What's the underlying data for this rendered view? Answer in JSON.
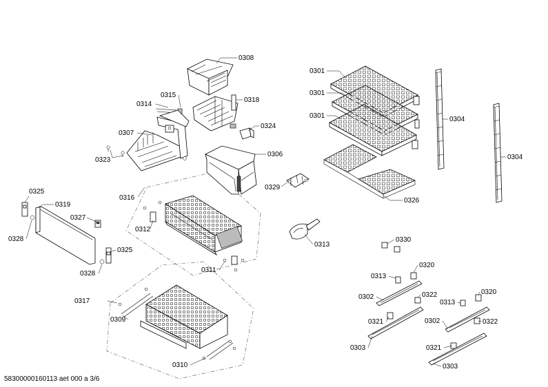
{
  "labels": {
    "l0308": "0308",
    "l0315": "0315",
    "l0314": "0314",
    "l0318": "0318",
    "l0307": "0307",
    "l0324": "0324",
    "l0323": "0323",
    "l0306": "0306",
    "l0316": "0316",
    "l0329": "0329",
    "l0301a": "0301",
    "l0301b": "0301",
    "l0301c": "0301",
    "l0304a": "0304",
    "l0304b": "0304",
    "l0326": "0326",
    "l0325a": "0325",
    "l0319": "0319",
    "l0327": "0327",
    "l0328a": "0328",
    "l0312": "0312",
    "l0313a": "0313",
    "l0325b": "0325",
    "l0328b": "0328",
    "l0311": "0311",
    "l0330": "0330",
    "l0313b": "0313",
    "l0320a": "0320",
    "l0302a": "0302",
    "l0322a": "0322",
    "l0321a": "0321",
    "l0303a": "0303",
    "l0313c": "0313",
    "l0320b": "0320",
    "l0302b": "0302",
    "l0322b": "0322",
    "l0321b": "0321",
    "l0303b": "0303",
    "l0317": "0317",
    "l0309": "0309",
    "l0310": "0310"
  },
  "footer": "58300000160113 aet 000 a 3/6"
}
